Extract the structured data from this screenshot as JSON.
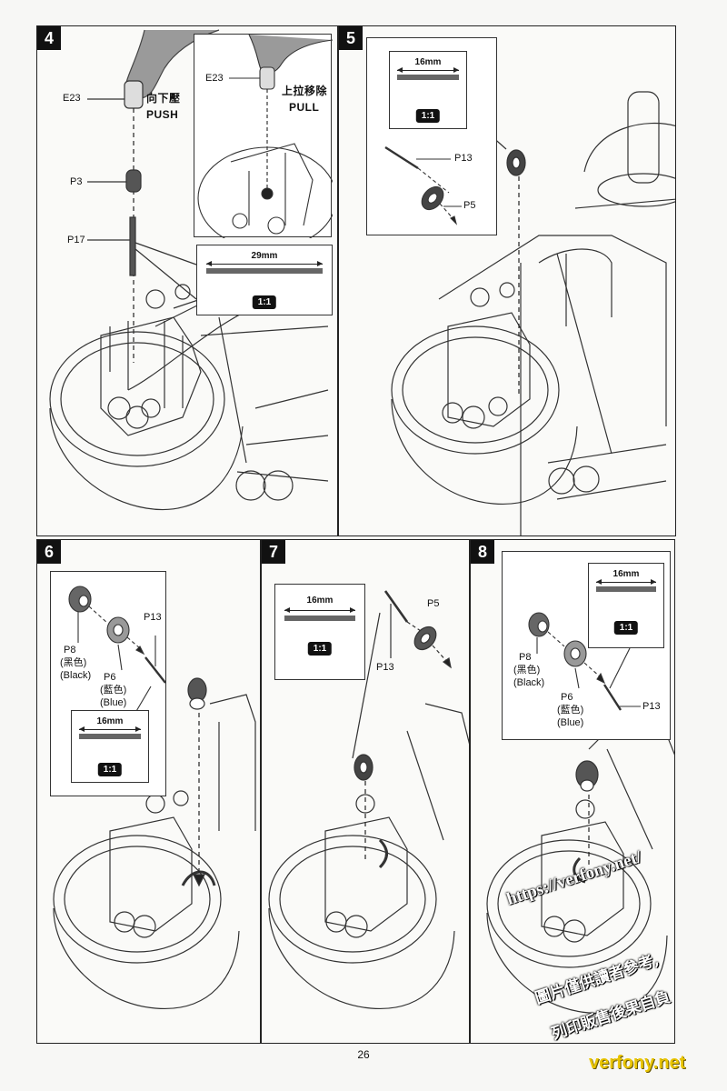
{
  "page_number": "26",
  "steps": [
    {
      "number": "4",
      "labels": {
        "e23": "E23",
        "push_cn": "向下壓",
        "push_en": "PUSH",
        "p3": "P3",
        "p17": "P17",
        "inset_e23": "E23",
        "pull_cn": "上拉移除",
        "pull_en": "PULL"
      },
      "scale": {
        "length": "29mm",
        "ratio": "1:1"
      }
    },
    {
      "number": "5",
      "labels": {
        "p13": "P13",
        "p5": "P5"
      },
      "scale": {
        "length": "16mm",
        "ratio": "1:1"
      }
    },
    {
      "number": "6",
      "labels": {
        "p8": "P8",
        "p8_color_cn": "(黑色)",
        "p8_color_en": "(Black)",
        "p6": "P6",
        "p6_color_cn": "(藍色)",
        "p6_color_en": "(Blue)",
        "p13": "P13"
      },
      "scale": {
        "length": "16mm",
        "ratio": "1:1"
      }
    },
    {
      "number": "7",
      "labels": {
        "p5": "P5",
        "p13": "P13"
      },
      "scale": {
        "length": "16mm",
        "ratio": "1:1"
      }
    },
    {
      "number": "8",
      "labels": {
        "p8": "P8",
        "p8_color_cn": "(黑色)",
        "p8_color_en": "(Black)",
        "p6": "P6",
        "p6_color_cn": "(藍色)",
        "p6_color_en": "(Blue)",
        "p13": "P13"
      },
      "scale": {
        "length": "16mm",
        "ratio": "1:1"
      }
    }
  ],
  "watermark": {
    "url": "https://verfony.net/",
    "line1": "圖片僅供讀者參考,",
    "line2": "列印販售後果自負",
    "site": "verfony.net"
  }
}
